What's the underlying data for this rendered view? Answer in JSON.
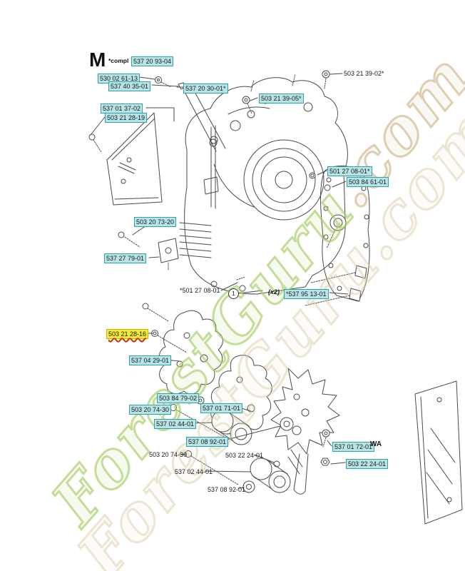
{
  "page": {
    "background": "#ffffff"
  },
  "header": {
    "section_letter": "M",
    "assembly_prefix": "*compl",
    "assembly_part_number": "537 20 93-04"
  },
  "watermark": {
    "text": "ForestGuru.com",
    "main": "ForestGuru",
    "suffix": ".com",
    "green_color": "#a6cc66",
    "tan_color": "#d7c7a2"
  },
  "callouts": {
    "circled_number": "1",
    "quantity_note": "(x2)",
    "wa_note": "WA"
  },
  "colors": {
    "highlight_bg": "#b9e4e6",
    "highlight_border": "#2fa3ab",
    "selected_bg": "#f6e838",
    "selected_underline": "#cc3300",
    "line_color": "#4a4a4a"
  },
  "labels": [
    {
      "text": "537 20 93-04",
      "style": "highlighted"
    },
    {
      "text": "530 02 61-13",
      "style": "highlighted"
    },
    {
      "text": "537 40 35-01",
      "style": "highlighted"
    },
    {
      "text": "537 20 30-01*",
      "style": "highlighted"
    },
    {
      "text": "503 21 39-02*",
      "style": "plain"
    },
    {
      "text": "503 21 39-05*",
      "style": "highlighted"
    },
    {
      "text": "537 01 37-02",
      "style": "highlighted"
    },
    {
      "text": "503 21 28-19",
      "style": "highlighted"
    },
    {
      "text": "503 20 73-20",
      "style": "highlighted"
    },
    {
      "text": "537 27 79-01",
      "style": "highlighted"
    },
    {
      "text": "501 27 08-01*",
      "style": "highlighted"
    },
    {
      "text": "503 84 61-01",
      "style": "highlighted"
    },
    {
      "text": "*501 27 08-01",
      "style": "plain"
    },
    {
      "text": "*537 95 13-01",
      "style": "highlighted"
    },
    {
      "text": "503 21 28-16",
      "style": "selected"
    },
    {
      "text": "537 04 29-01",
      "style": "highlighted"
    },
    {
      "text": "503 84 79-02",
      "style": "highlighted"
    },
    {
      "text": "503 20 74-30",
      "style": "highlighted"
    },
    {
      "text": "537 02 44-01",
      "style": "highlighted"
    },
    {
      "text": "537 01 71-01",
      "style": "highlighted"
    },
    {
      "text": "537 08 92-01",
      "style": "highlighted"
    },
    {
      "text": "503 20 74-30",
      "style": "plain"
    },
    {
      "text": "503 22 24-01",
      "style": "plain"
    },
    {
      "text": "537 02 44-01",
      "style": "plain"
    },
    {
      "text": "537 08 92-01",
      "style": "plain"
    },
    {
      "text": "537 01 72-01",
      "style": "highlighted"
    },
    {
      "text": "503 22 24-01",
      "style": "highlighted"
    }
  ]
}
